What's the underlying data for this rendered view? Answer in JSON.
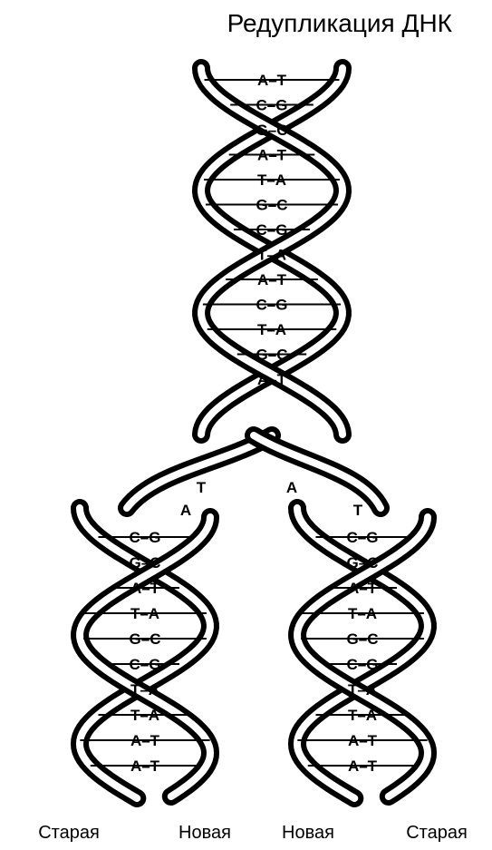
{
  "title": "Редупликация ДНК",
  "parent_pairs": [
    "A–T",
    "C–G",
    "G–C",
    "A–T",
    "T–A",
    "G–C",
    "C–G",
    "T–A",
    "A–T",
    "C–G",
    "T–A",
    "G–C",
    "A–T"
  ],
  "fork_labels": {
    "left": "T",
    "left2": "A",
    "right": "A",
    "right2": "T"
  },
  "left_pairs": [
    "C–G",
    "G–C",
    "A–T",
    "T–A",
    "G–C",
    "C–G",
    "T–A",
    "T–A",
    "A–T",
    "A–T"
  ],
  "right_pairs": [
    "C–G",
    "G–C",
    "A–T",
    "T–A",
    "G–C",
    "C–G",
    "T–A",
    "T–A",
    "A–T",
    "A–T"
  ],
  "strand_labels": [
    "Старая",
    "Новая",
    "Новая",
    "Старая"
  ]
}
